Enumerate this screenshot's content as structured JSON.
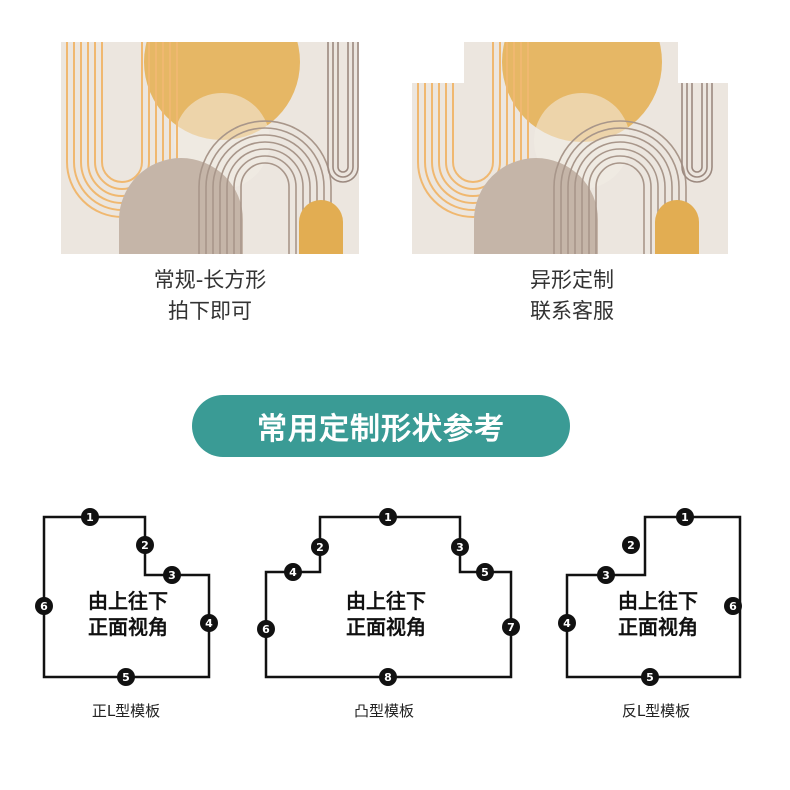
{
  "cards": [
    {
      "line1": "常规-长方形",
      "line2": "拍下即可"
    },
    {
      "line1": "异形定制",
      "line2": "联系客服"
    }
  ],
  "banner": {
    "label": "常用定制形状参考"
  },
  "templates": [
    {
      "label": "正L型模板",
      "center_line1": "由上往下",
      "center_line2": "正面视角",
      "markers": [
        "1",
        "2",
        "3",
        "4",
        "5",
        "6"
      ]
    },
    {
      "label": "凸型模板",
      "center_line1": "由上往下",
      "center_line2": "正面视角",
      "markers": [
        "1",
        "2",
        "3",
        "4",
        "5",
        "6",
        "7",
        "8"
      ]
    },
    {
      "label": "反L型模板",
      "center_line1": "由上往下",
      "center_line2": "正面视角",
      "markers": [
        "1",
        "2",
        "3",
        "4",
        "5",
        "6"
      ]
    }
  ],
  "colors": {
    "accent": "#3a9b95",
    "rug_bg": "#ece6df",
    "sun": "#e6b765",
    "arch_taupe": "#c5b5a8",
    "arch_line": "#a8968a",
    "orange_line": "#f0b870",
    "mustard": "#e2ad52"
  }
}
